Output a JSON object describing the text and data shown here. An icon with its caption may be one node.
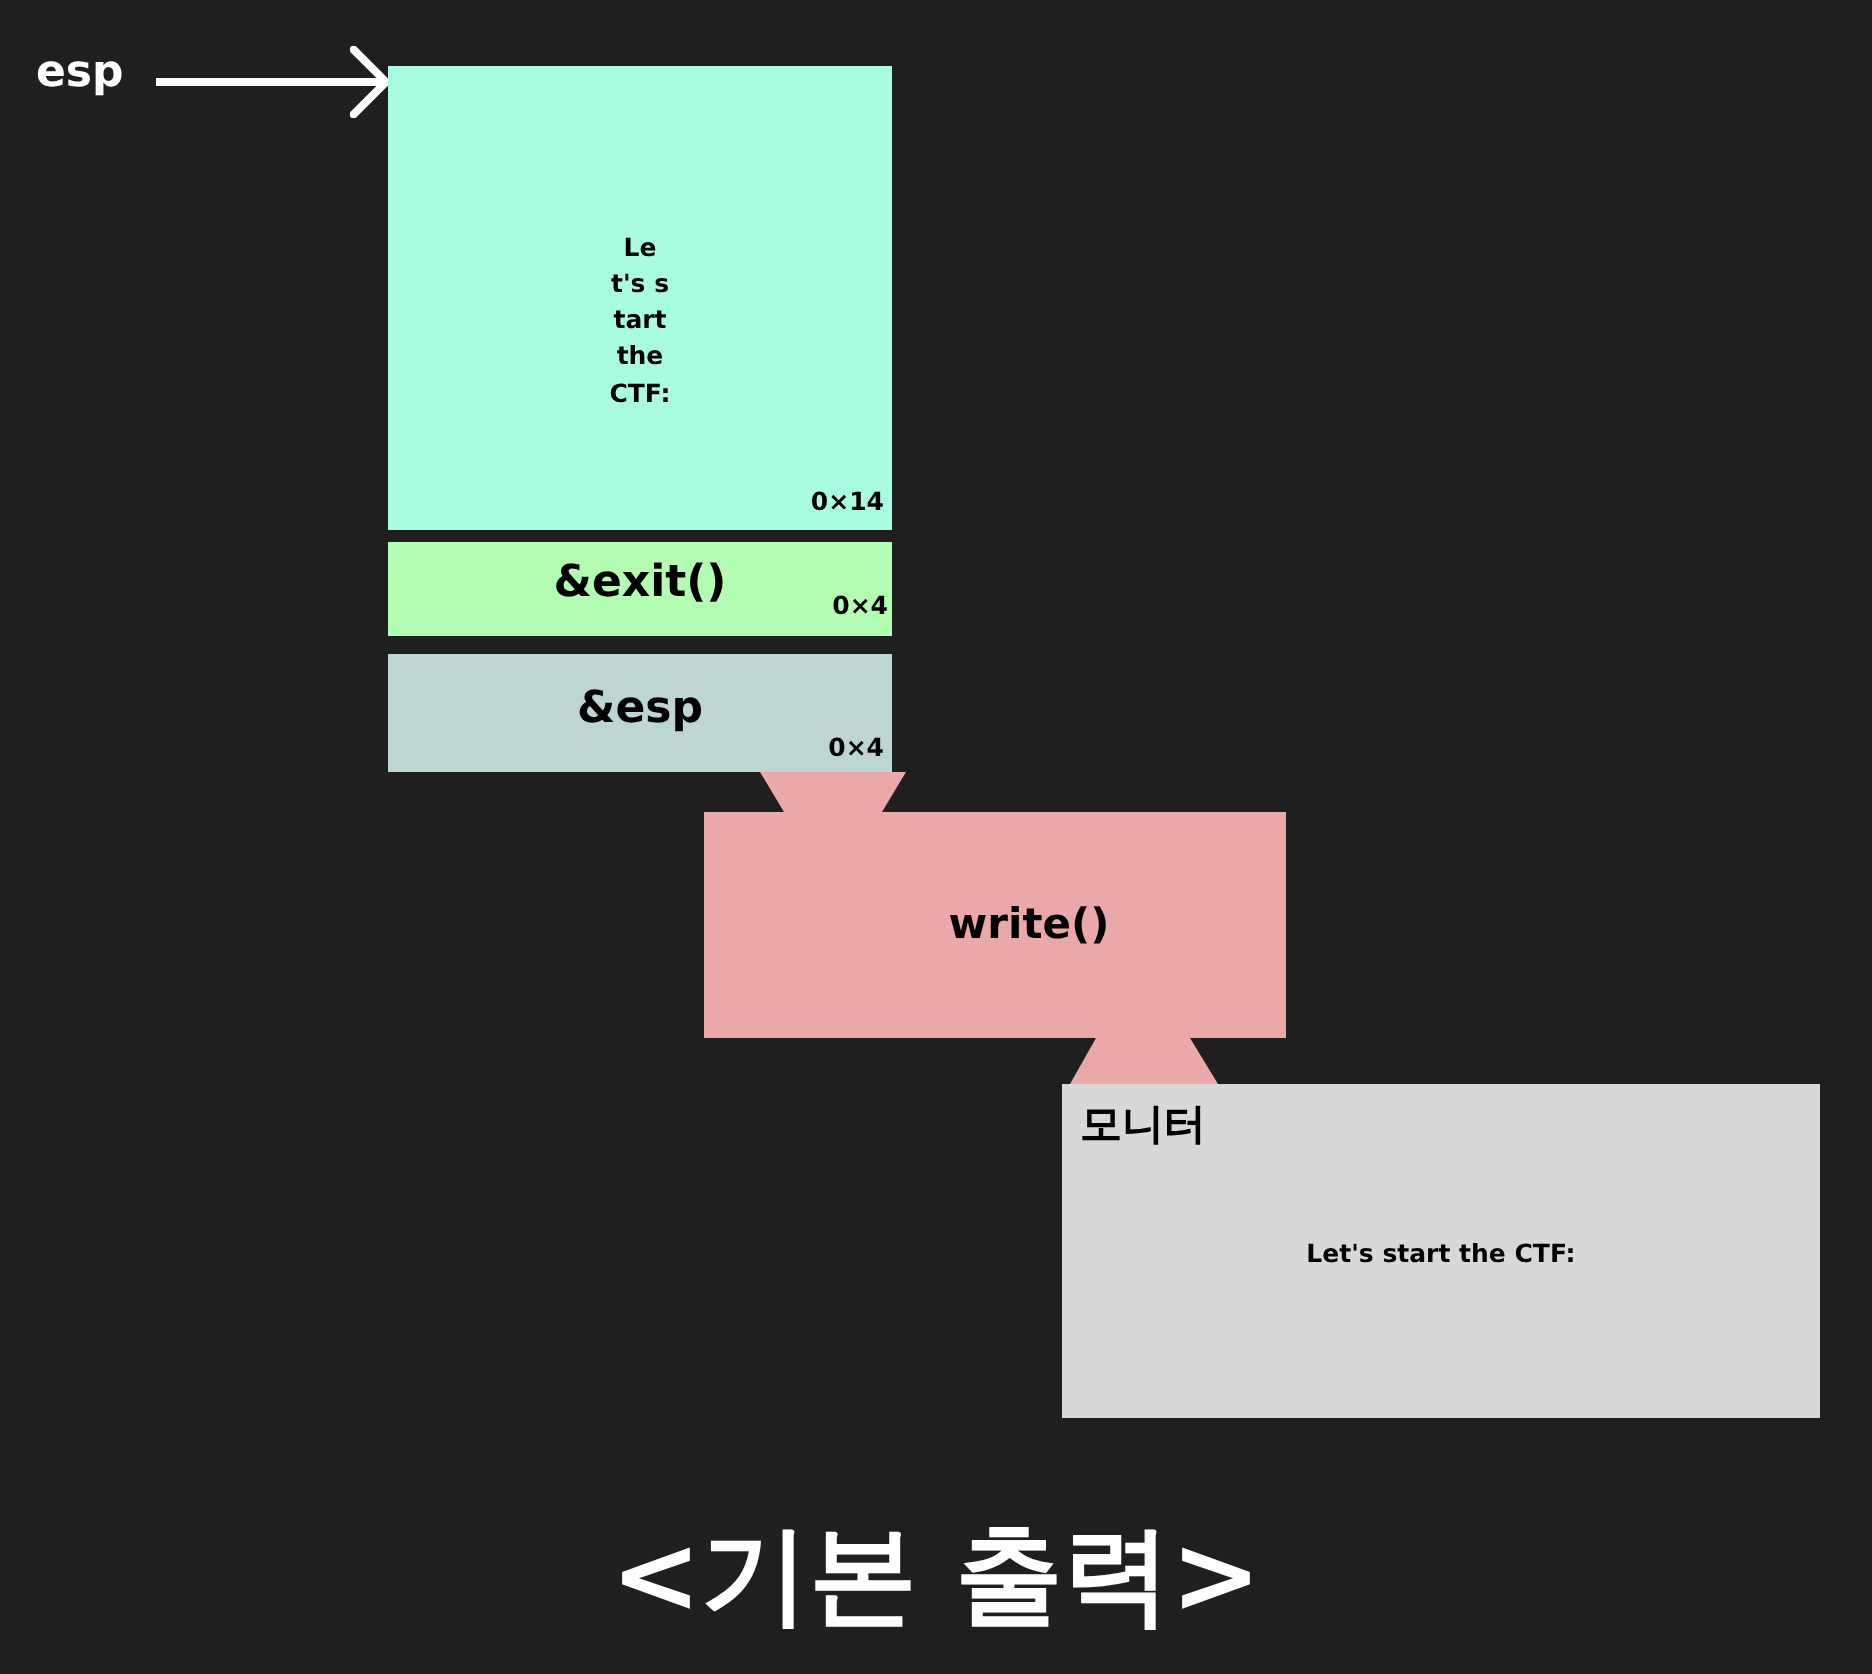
{
  "diagram": {
    "title": "<기본 출력>",
    "nodes": [
      {
        "text": [
          "esp"
        ]
      },
      {
        "text": [
          "Let's start the CTF:",
          "0×14"
        ]
      },
      {
        "text": [
          "&exit()",
          "0×4"
        ]
      },
      {
        "text": [
          "&esp",
          "0×4"
        ]
      },
      {
        "text": [
          "write()"
        ]
      },
      {
        "text": [
          "모니터",
          "Let's start the CTF:"
        ]
      }
    ],
    "edges": [
      {
        "from": 0,
        "to": 1,
        "arrow": "to",
        "color": "#ffffff"
      },
      {
        "from": 3,
        "to": 4,
        "arrow": "none",
        "style": "thick"
      },
      {
        "from": 4,
        "to": 5,
        "arrow": "none",
        "style": "thick"
      }
    ]
  }
}
